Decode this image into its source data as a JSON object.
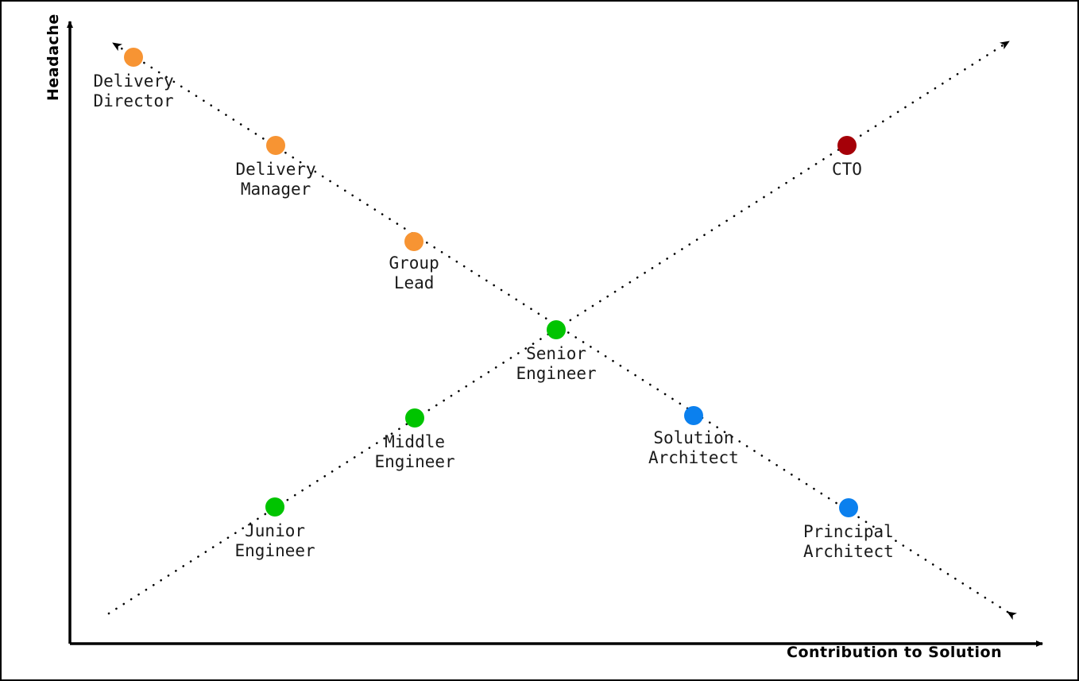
{
  "chart_data": {
    "type": "scatter",
    "title": "",
    "xlabel": "Contribution to Solution",
    "ylabel": "Headache",
    "xlim": [
      0,
      1358
    ],
    "ylim": [
      0,
      857
    ],
    "grid": false,
    "legend": null,
    "annotations": [
      {
        "name": "descending-trend-arrow",
        "description": "dotted arrow from lower-right to upper-left",
        "x1": 1266,
        "y1": 768,
        "x2": 140,
        "y2": 52,
        "arrow_start": true,
        "arrow_end": true,
        "style": "dotted"
      },
      {
        "name": "ascending-trend-arrow",
        "description": "dotted arrow from lower-left to upper-right",
        "x1": 135,
        "y1": 770,
        "x2": 1268,
        "y2": 50,
        "arrow_start": false,
        "arrow_end": true,
        "style": "dotted"
      }
    ],
    "points": [
      {
        "label": "Delivery\nDirector",
        "label_line1": "Delivery",
        "label_line2": "Director",
        "x": 166,
        "y": 70,
        "color": "#F79433",
        "group": "delivery",
        "radius": 12,
        "label_x": 166,
        "label_y": 88
      },
      {
        "label": "Delivery\nManager",
        "label_line1": "Delivery",
        "label_line2": "Manager",
        "x": 345,
        "y": 181,
        "color": "#F79433",
        "group": "delivery",
        "radius": 12,
        "label_x": 345,
        "label_y": 199
      },
      {
        "label": "Group\nLead",
        "label_line1": "Group",
        "label_line2": "Lead",
        "x": 519,
        "y": 302,
        "color": "#F79433",
        "group": "delivery",
        "radius": 12,
        "label_x": 519,
        "label_y": 317
      },
      {
        "label": "Senior\nEngineer",
        "label_line1": "Senior",
        "label_line2": "Engineer",
        "x": 698,
        "y": 413,
        "color": "#00C400",
        "group": "engineering",
        "radius": 12,
        "label_x": 698,
        "label_y": 431
      },
      {
        "label": "Middle\nEngineer",
        "label_line1": "Middle",
        "label_line2": "Engineer",
        "x": 520,
        "y": 524,
        "color": "#00C400",
        "group": "engineering",
        "radius": 12,
        "label_x": 520,
        "label_y": 542
      },
      {
        "label": "Junior\nEngineer",
        "label_line1": "Junior",
        "label_line2": "Engineer",
        "x": 344,
        "y": 636,
        "color": "#00C400",
        "group": "engineering",
        "radius": 12,
        "label_x": 344,
        "label_y": 654
      },
      {
        "label": "Solution\nArchitect",
        "label_line1": "Solution",
        "label_line2": "Architect",
        "x": 871,
        "y": 521,
        "color": "#0B80EE",
        "group": "architecture",
        "radius": 12,
        "label_x": 871,
        "label_y": 537
      },
      {
        "label": "Principal\nArchitect",
        "label_line1": "Principal",
        "label_line2": "Architect",
        "x": 1066,
        "y": 637,
        "color": "#0B80EE",
        "group": "architecture",
        "radius": 12,
        "label_x": 1066,
        "label_y": 655
      },
      {
        "label": "CTO",
        "label_line1": "CTO",
        "label_line2": "",
        "x": 1064,
        "y": 181,
        "color": "#A50008",
        "group": "executive",
        "radius": 12,
        "label_x": 1064,
        "label_y": 199
      }
    ]
  },
  "axes": {
    "x_axis": {
      "label": "Contribution to Solution",
      "x1": 86,
      "y1": 808,
      "x2": 1310,
      "y2": 808
    },
    "y_axis": {
      "label": "Headache",
      "x1": 86,
      "y1": 808,
      "x2": 86,
      "y2": 25
    }
  },
  "colors": {
    "delivery": "#F79433",
    "engineering": "#00C400",
    "architecture": "#0B80EE",
    "executive": "#A50008",
    "axis": "#000000",
    "background": "#ffffff",
    "label_text": "#1a1a1a"
  }
}
